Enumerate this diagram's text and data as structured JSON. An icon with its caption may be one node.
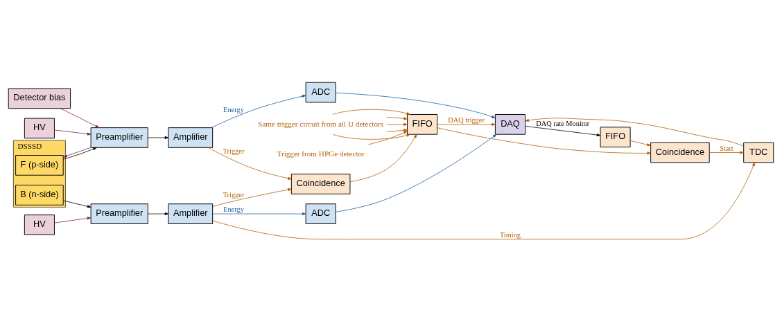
{
  "diagram": {
    "nodes": [
      {
        "text": [
          "HV"
        ]
      },
      {
        "text": [
          "Detector bias"
        ]
      },
      {
        "text": [
          "DSSSD"
        ]
      },
      {
        "text": [
          "F (p-side)"
        ],
        "in": 2
      },
      {
        "text": [
          "B (n-side)"
        ],
        "in": 2
      },
      {
        "text": [
          "Preamplifier"
        ]
      },
      {
        "text": [
          "Preamplifier"
        ]
      },
      {
        "text": [
          "HV"
        ]
      },
      {
        "text": [
          "Amplifier"
        ]
      },
      {
        "text": [
          "Amplifier"
        ]
      },
      {
        "text": [
          "ADC"
        ]
      },
      {
        "text": [
          "Coincidence"
        ]
      },
      {
        "text": [
          "ADC"
        ]
      },
      {
        "text": [
          "TDC"
        ]
      },
      {
        "text": [
          "Same trigger circuit from all U detectors"
        ]
      },
      {
        "text": [
          "Trigger from HPGe detector"
        ]
      },
      {
        "text": [
          "FIFO"
        ]
      },
      {
        "text": [
          "DAQ"
        ]
      },
      {
        "text": [
          "FIFO"
        ]
      },
      {
        "text": [
          "Coincidence"
        ]
      }
    ],
    "edges": [
      {
        "from": 0,
        "to": 5,
        "arrow": "to",
        "color": "#7b2150"
      },
      {
        "from": 1,
        "to": 5,
        "arrow": "to",
        "color": "#7b2150"
      },
      {
        "from": 5,
        "to": 3,
        "arrow": "to",
        "color": "#7b2150"
      },
      {
        "from": 3,
        "to": 5,
        "arrow": "to",
        "color": "#000000"
      },
      {
        "from": 4,
        "to": 6,
        "arrow": "to",
        "color": "#000000"
      },
      {
        "from": 7,
        "to": 6,
        "arrow": "to",
        "color": "#7b2150"
      },
      {
        "from": 5,
        "to": 8,
        "arrow": "to",
        "color": "#000000"
      },
      {
        "from": 6,
        "to": 9,
        "arrow": "to",
        "color": "#000000"
      },
      {
        "from": 8,
        "to": 10,
        "arrow": "to",
        "label": "Energy",
        "color": "#1f5fa0"
      },
      {
        "from": 8,
        "to": 11,
        "arrow": "to",
        "label": "Trigger"
      },
      {
        "from": 9,
        "to": 11,
        "arrow": "to",
        "label": "Trigger"
      },
      {
        "from": 9,
        "to": 12,
        "arrow": "to",
        "label": "Energy",
        "color": "#1f5fa0"
      },
      {
        "from": 9,
        "to": 13,
        "arrow": "to",
        "label": "Timing"
      },
      {
        "from": 14,
        "to": 16,
        "arrow": "to"
      },
      {
        "from": 14,
        "to": 16,
        "arrow": "to"
      },
      {
        "from": 14,
        "to": 16,
        "arrow": "to"
      },
      {
        "from": 14,
        "to": 16,
        "arrow": "to"
      },
      {
        "from": 14,
        "to": 16,
        "arrow": "to"
      },
      {
        "from": 15,
        "to": 16,
        "arrow": "to"
      },
      {
        "from": 11,
        "to": 16,
        "arrow": "to"
      },
      {
        "from": 10,
        "to": 17,
        "arrow": "to",
        "color": "#1f5fa0"
      },
      {
        "from": 12,
        "to": 17,
        "arrow": "to",
        "color": "#1f5fa0"
      },
      {
        "from": 13,
        "to": 17,
        "arrow": "to"
      },
      {
        "from": 16,
        "to": 17,
        "arrow": "to",
        "label": "DAQ trigger"
      },
      {
        "from": 16,
        "to": 19,
        "arrow": "to"
      },
      {
        "from": 17,
        "to": 18,
        "arrow": "to",
        "label": "DAQ rate Monitor",
        "color": "#000000"
      },
      {
        "from": 18,
        "to": 19,
        "arrow": "to"
      },
      {
        "from": 19,
        "to": 13,
        "arrow": "to",
        "label": "Start"
      }
    ]
  }
}
